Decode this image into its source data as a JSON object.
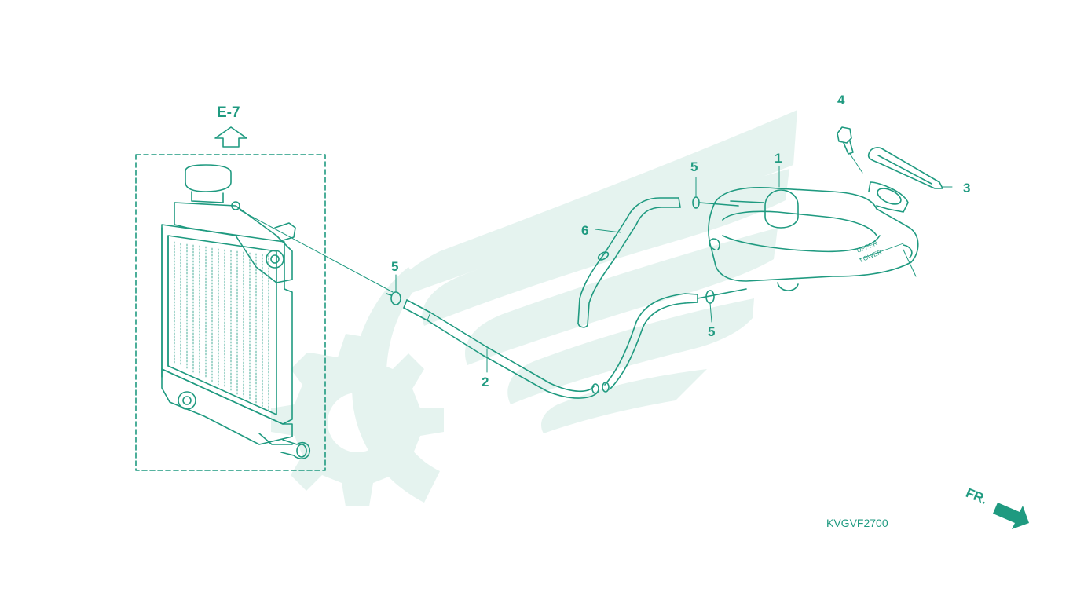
{
  "diagram": {
    "reference": "E-7",
    "direction_label": "FR.",
    "drawing_code": "KVGVF2700",
    "tank_marks": [
      "UPPER",
      "LOWER"
    ],
    "callouts": [
      {
        "id": "c1",
        "text": "1"
      },
      {
        "id": "c2",
        "text": "2"
      },
      {
        "id": "c3",
        "text": "3"
      },
      {
        "id": "c4",
        "text": "4"
      },
      {
        "id": "c5a",
        "text": "5"
      },
      {
        "id": "c5b",
        "text": "5"
      },
      {
        "id": "c5c",
        "text": "5"
      },
      {
        "id": "c6",
        "text": "6"
      }
    ],
    "colors": {
      "line": "#1f9a80",
      "watermark": "#e3f2ee",
      "fill": "#ffffff"
    }
  }
}
